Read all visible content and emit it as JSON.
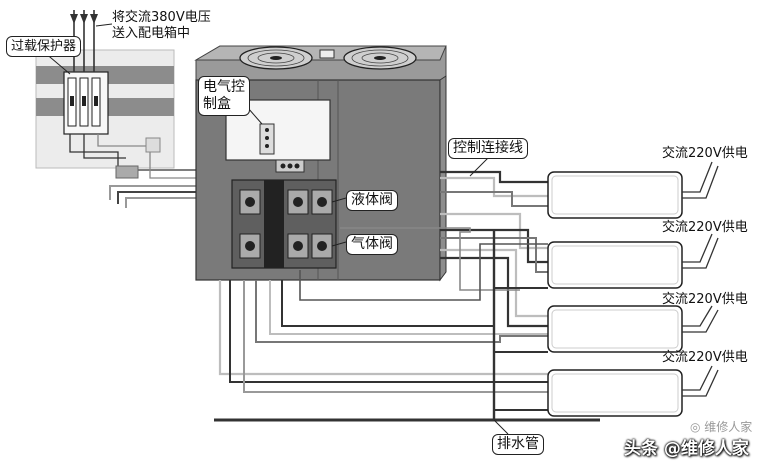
{
  "labels": {
    "feed_note_line1": "将交流380V电压",
    "feed_note_line2": "送入配电箱中",
    "overload_protector": "过载保护器",
    "control_box_line1": "电气控",
    "control_box_line2": "制盒",
    "control_wire": "控制连接线",
    "liquid_valve": "液体阀",
    "gas_valve": "气体阀",
    "drain_pipe": "排水管",
    "power_220v": [
      "交流220V供电",
      "交流220V供电",
      "交流220V供电",
      "交流220V供电"
    ]
  },
  "watermark": {
    "sub": "维修人家",
    "main": "头条 @维修人家"
  },
  "colors": {
    "unit_body": "#7a7a7a",
    "unit_side": "#8d8d8d",
    "unit_top": "#9a9a9a",
    "panel_bg": "#ececec",
    "band": "#8c8c8c",
    "indoor_body": "#ffffff",
    "pipe_dark": "#333333",
    "pipe_light": "#bdbdbd"
  }
}
